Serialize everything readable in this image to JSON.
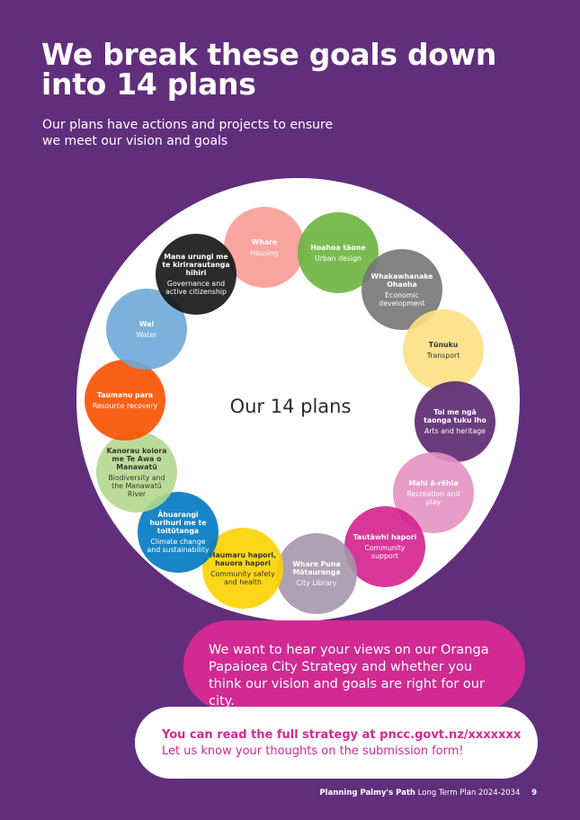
{
  "header": {
    "title": "We break these goals down into 14 plans",
    "subtitle": "Our plans have actions and projects to ensure we meet our vision and goals"
  },
  "center_label": "Our 14 plans",
  "plans": [
    {
      "maori": "Whare",
      "english": "Housing",
      "color": "#f89c96"
    },
    {
      "maori": "Hoahoa tāone",
      "english": "Urban design",
      "color": "#6cb43f"
    },
    {
      "maori": "Whakawhanake Ohaoha",
      "english": "Economic development",
      "color": "#767676"
    },
    {
      "maori": "Tūnuku",
      "english": "Transport",
      "color": "#fde184"
    },
    {
      "maori": "Toi me ngā taonga tuku iho",
      "english": "Arts and heritage",
      "color": "#5c2770"
    },
    {
      "maori": "Mahi ā-rēhia",
      "english": "Recreation and play",
      "color": "#e593c3"
    },
    {
      "maori": "Tautāwhi hapori",
      "english": "Community support",
      "color": "#d4218d"
    },
    {
      "maori": "Whare Puna Mātauranga",
      "english": "City Library",
      "color": "#a796ac"
    },
    {
      "maori": "Haumaru hapori, hauora hapori",
      "english": "Community safety and health",
      "color": "#fcd200"
    },
    {
      "maori": "Āhuarangi hurihuri me te toitūtanga",
      "english": "Climate change and sustainability",
      "color": "#0078c1"
    },
    {
      "maori": "Kanorau koiora me Te Awa o Manawatū",
      "english": "Biodiversity and the Manawatū River",
      "color": "#b4d98e"
    },
    {
      "maori": "Taumanu para",
      "english": "Resource recovery",
      "color": "#fa5000"
    },
    {
      "maori": "Wai",
      "english": "Water",
      "color": "#6da9d8"
    },
    {
      "maori": "Mana urungi me te kirirarautanga hihiri",
      "english": "Governance and active citizenship",
      "color": "#151515"
    }
  ],
  "callout": {
    "text": "We want to hear your views on our Oranga Papaioea City Strategy and whether you think our vision and goals are right for our city."
  },
  "cta": {
    "line1": "You can read the full strategy at pncc.govt.nz/xxxxxxx",
    "line2": "Let us know your thoughts on the submission form!"
  },
  "footer": {
    "bold": "Planning Palmy's Path",
    "regular": "Long Term Plan 2024-2034",
    "page": "9"
  }
}
